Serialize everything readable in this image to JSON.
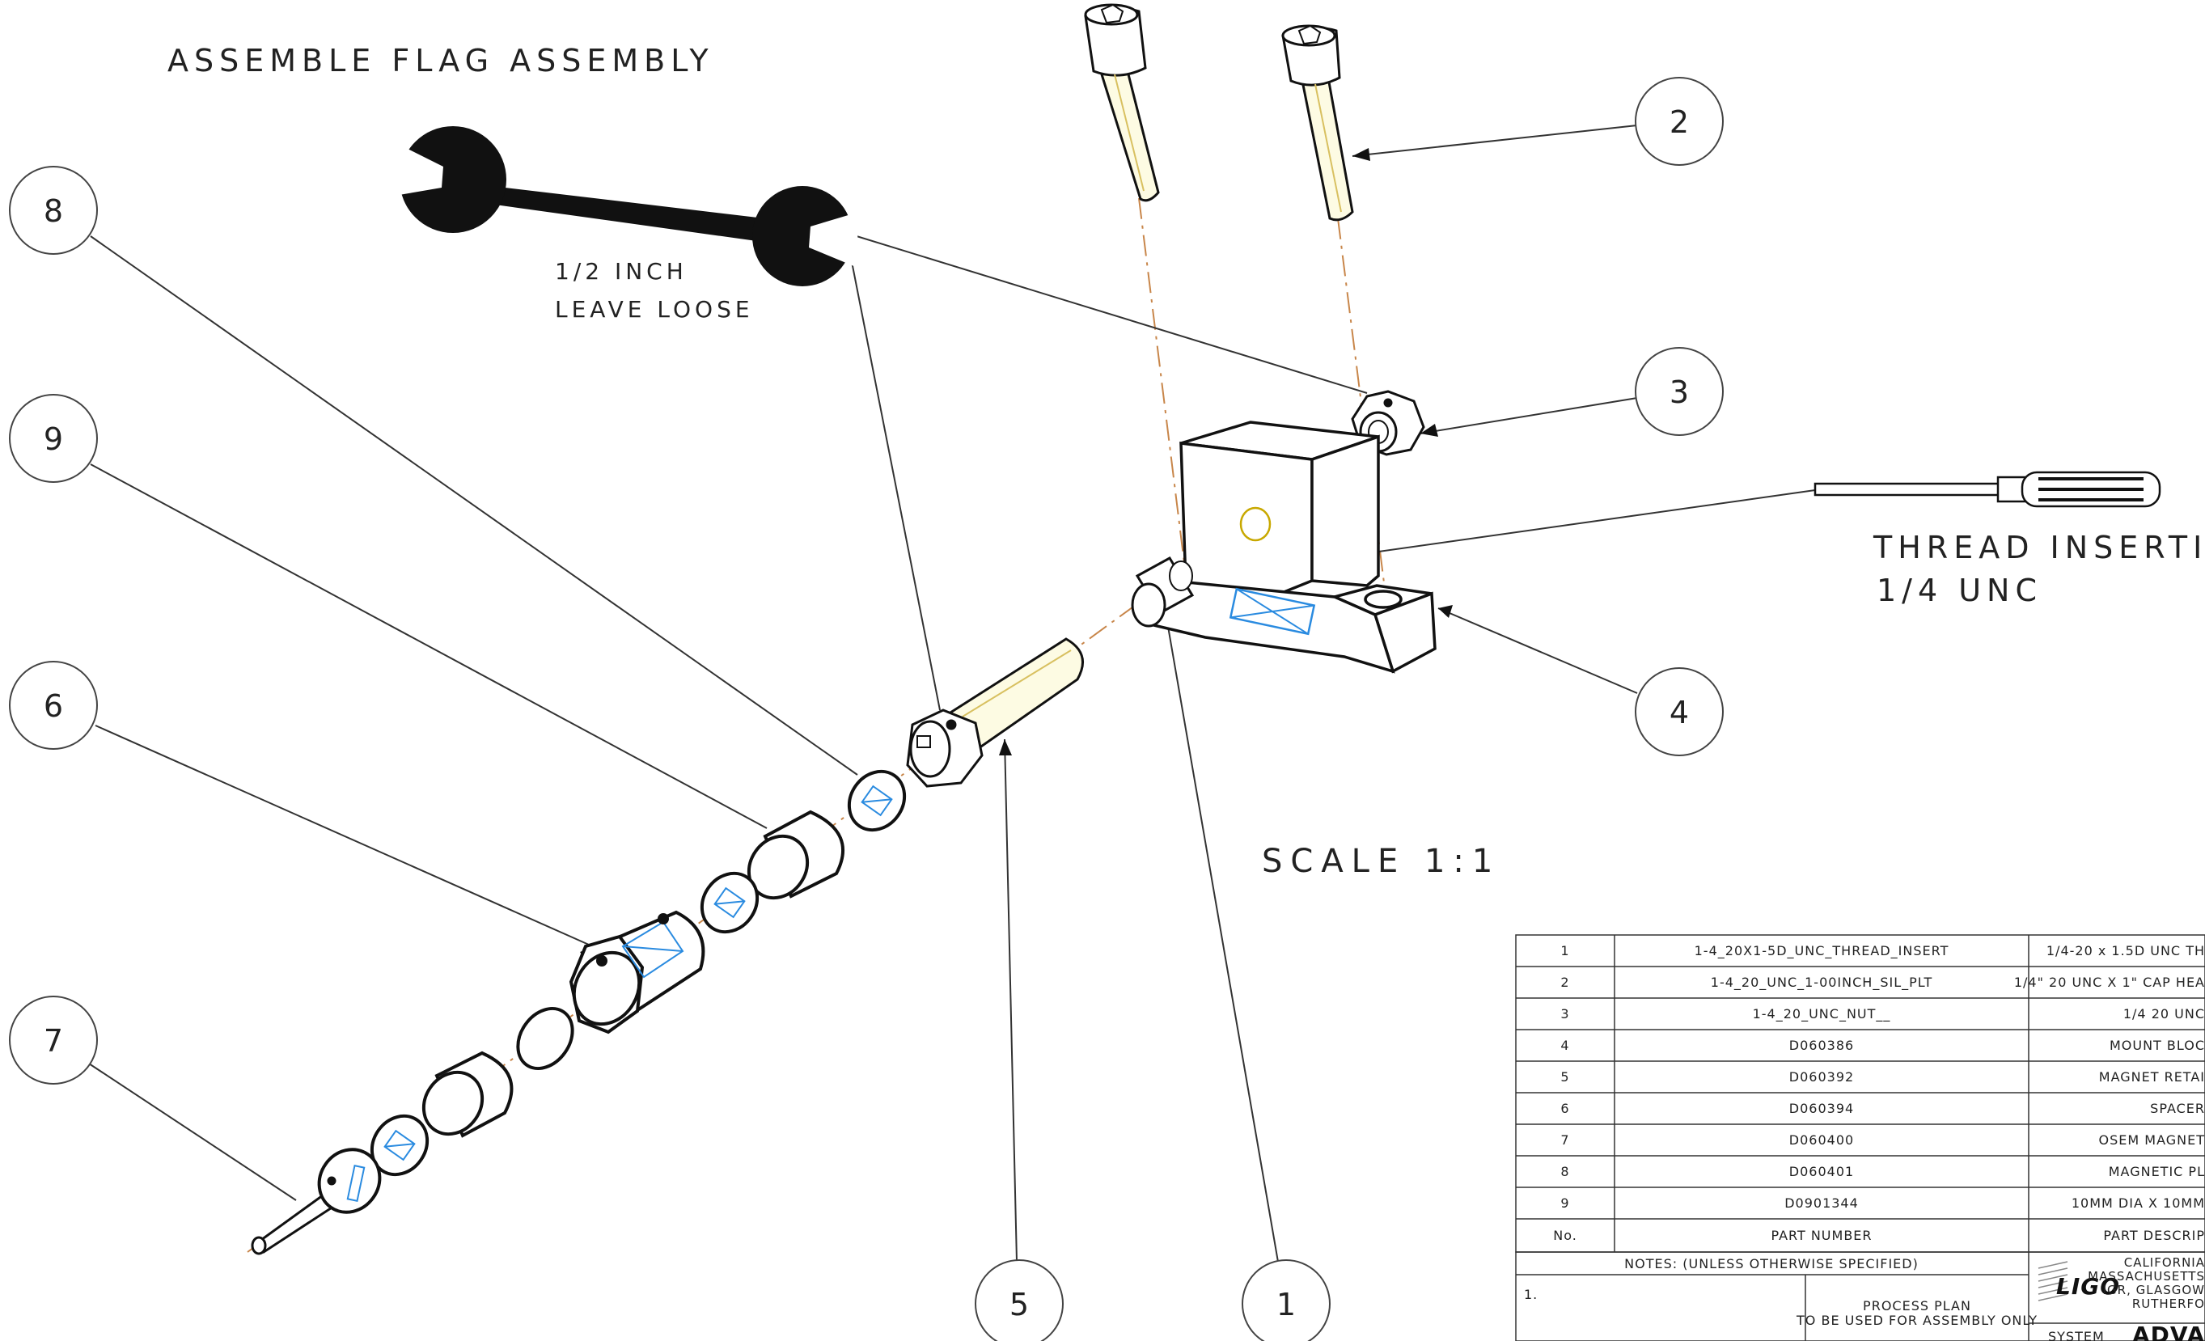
{
  "title": "ASSEMBLE FLAG ASSEMBLY",
  "scale_label": "SCALE  1:1",
  "wrench_note": [
    "1/2 INCH",
    "LEAVE LOOSE"
  ],
  "tool_note": [
    "THREAD INSERTION TOOL",
    "1/4 UNC"
  ],
  "balloons": [
    "8",
    "9",
    "6",
    "7",
    "5",
    "1",
    "2",
    "3",
    "4"
  ],
  "bom": {
    "rows": [
      {
        "no": "1",
        "part_number": "1-4_20X1-5D_UNC_THREAD_INSERT",
        "description": "1/4-20 x 1.5D UNC TH"
      },
      {
        "no": "2",
        "part_number": "1-4_20_UNC_1-00INCH_SIL_PLT",
        "description": "1/4\" 20 UNC X 1\" CAP HEA"
      },
      {
        "no": "3",
        "part_number": "1-4_20_UNC_NUT__",
        "description": "1/4 20 UNC"
      },
      {
        "no": "4",
        "part_number": "D060386",
        "description": "MOUNT BLOC"
      },
      {
        "no": "5",
        "part_number": "D060392",
        "description": "MAGNET RETAI"
      },
      {
        "no": "6",
        "part_number": "D060394",
        "description": "SPACER"
      },
      {
        "no": "7",
        "part_number": "D060400",
        "description": "OSEM MAGNET"
      },
      {
        "no": "8",
        "part_number": "D060401",
        "description": "MAGNETIC PL"
      },
      {
        "no": "9",
        "part_number": "D0901344",
        "description": "10MM DIA X 10MM"
      }
    ],
    "header": {
      "no": "No.",
      "part_number": "PART NUMBER",
      "description": "PART DESCRIP"
    }
  },
  "title_block": {
    "notes_header": "NOTES: (UNLESS OTHERWISE SPECIFIED)",
    "note_1": "1.",
    "process_plan": [
      "PROCESS PLAN",
      "TO BE USED FOR ASSEMBLY ONLY"
    ],
    "logo_text": "LIGO",
    "institutions": [
      "CALIFORNIA",
      "MASSACHUSETTS",
      "IGR, GLASGOW",
      "RUTHERFO"
    ],
    "system_label": "SYSTEM",
    "system_value": "ADVANC"
  },
  "colors": {
    "ink": "#111111",
    "centerline": "#c8864a",
    "hatch": "#2a8be0",
    "bolt_fill": "#fdfbe3"
  }
}
